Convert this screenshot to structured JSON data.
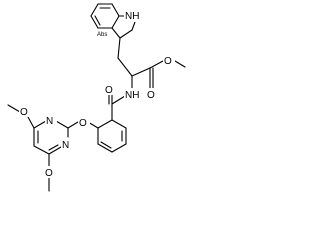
{
  "molecule": {
    "atom_labels": {
      "indole_nh": "NH",
      "indole_aromatic_ring": "Abs",
      "ester_carbonyl_oxygen": "O",
      "ester_ether_oxygen": "O",
      "methyl_ester_carbon": "",
      "amide_nh": "NH",
      "amide_oxygen": "O",
      "aryl_ether_oxygen": "O",
      "pyrimidine_n_top": "N",
      "pyrimidine_n_bottom": "N",
      "methoxy_oxygen_top": "O",
      "methoxy_oxygen_bottom": "O"
    }
  }
}
